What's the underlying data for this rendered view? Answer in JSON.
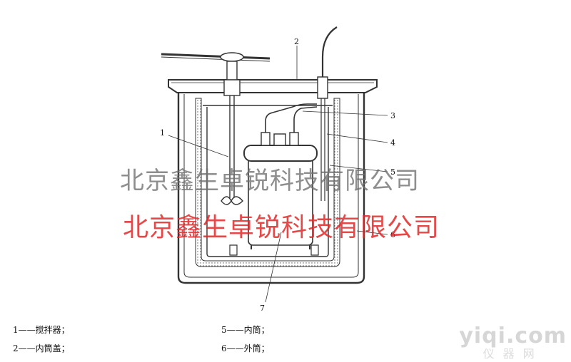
{
  "callouts": [
    "1",
    "2",
    "3",
    "4",
    "5",
    "6",
    "7"
  ],
  "watermark": {
    "gray": "北京鑫生卓锐科技有限公司",
    "red": "北京鑫生卓锐科技有限公司"
  },
  "legend": [
    "1——搅拌器；",
    "2——内筒盖；",
    "5——内筒；",
    "6——外筒；"
  ],
  "brand": {
    "logo": "yiqi.com",
    "sub": "仪器网"
  },
  "colors": {
    "line": "#333333",
    "red_watermark": "#e02828",
    "gray_watermark": "#6e6e6e"
  }
}
